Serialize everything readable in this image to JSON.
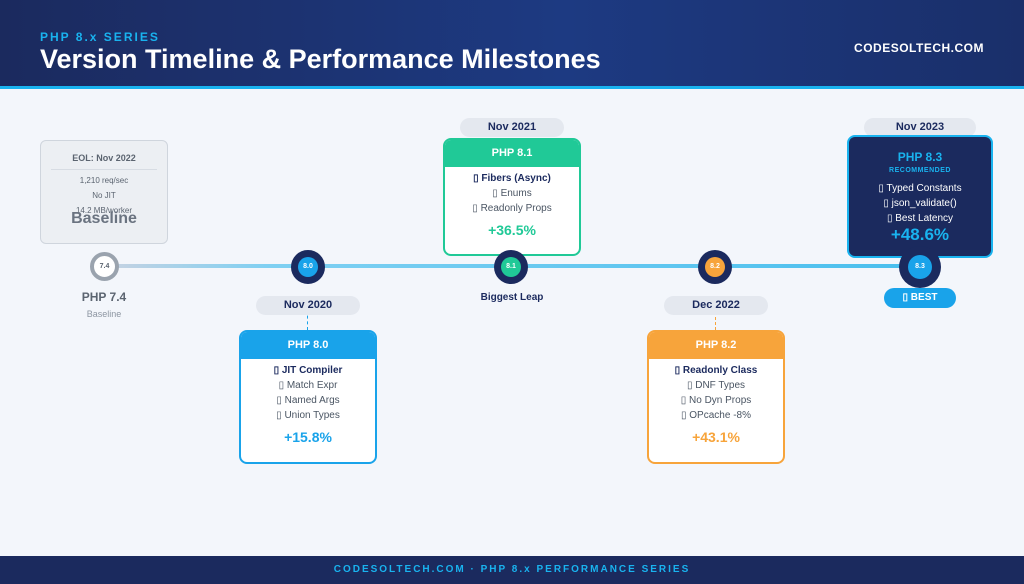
{
  "header": {
    "series": "PHP 8.x SERIES",
    "title": "Version Timeline & Performance Milestones",
    "brand": "CODESOLTECH.COM"
  },
  "baseline": {
    "eol": "EOL: Nov 2022",
    "stats": [
      "1,210 req/sec",
      "No JIT",
      "14.2 MB/worker"
    ],
    "big_label": "Baseline",
    "node_label": "7.4",
    "version": "PHP 7.4",
    "sub": "Baseline"
  },
  "v80": {
    "date": "Nov 2020",
    "node_label": "8.0",
    "title": "PHP 8.0",
    "features": [
      "▯ JIT Compiler",
      "▯ Match Expr",
      "▯ Named Args",
      "▯ Union Types"
    ],
    "gain": "+15.8%"
  },
  "v81": {
    "date": "Nov 2021",
    "node_label": "8.1",
    "title": "PHP 8.1",
    "features": [
      "▯ Fibers (Async)",
      "▯ Enums",
      "▯ Readonly Props"
    ],
    "gain": "+36.5%",
    "callout": "Biggest Leap"
  },
  "v82": {
    "date": "Dec 2022",
    "node_label": "8.2",
    "title": "PHP 8.2",
    "features": [
      "▯ Readonly Class",
      "▯ DNF Types",
      "▯ No Dyn Props",
      "▯ OPcache -8%"
    ],
    "gain": "+43.1%"
  },
  "v83": {
    "date": "Nov 2023",
    "node_label": "8.3",
    "title": "PHP 8.3",
    "badge": "RECOMMENDED",
    "features": [
      "▯ Typed Constants",
      "▯ json_validate()",
      "▯ Best Latency"
    ],
    "gain": "+48.6%",
    "best": "▯ BEST"
  },
  "footer": {
    "text": "CODESOLTECH.COM · PHP 8.x PERFORMANCE SERIES"
  },
  "colors": {
    "navy": "#1b2a5e",
    "blue": "#19a3ea",
    "green": "#20c997",
    "orange": "#f7a43b",
    "gray": "#9aa3ae"
  }
}
